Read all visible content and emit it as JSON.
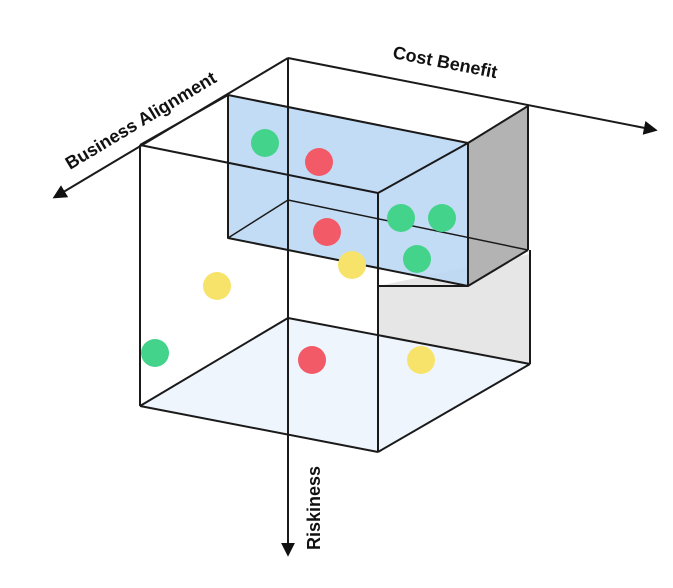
{
  "axes": {
    "x_label": "Cost Benefit",
    "y_label": "Business Alignment",
    "z_label": "Riskiness"
  },
  "colors": {
    "green": "#44d38a",
    "red": "#f25a68",
    "yellow": "#f7e36a",
    "blue_box_front": "#b9d6f5",
    "blue_box_side": "#b3b3b3",
    "outer_side": "#e6e6e6",
    "outer_floor": "#eef5fd"
  },
  "dots": [
    {
      "color": "green"
    },
    {
      "color": "red"
    },
    {
      "color": "red"
    },
    {
      "color": "green"
    },
    {
      "color": "green"
    },
    {
      "color": "green"
    },
    {
      "color": "yellow"
    },
    {
      "color": "yellow"
    },
    {
      "color": "green"
    },
    {
      "color": "red"
    },
    {
      "color": "yellow"
    }
  ]
}
